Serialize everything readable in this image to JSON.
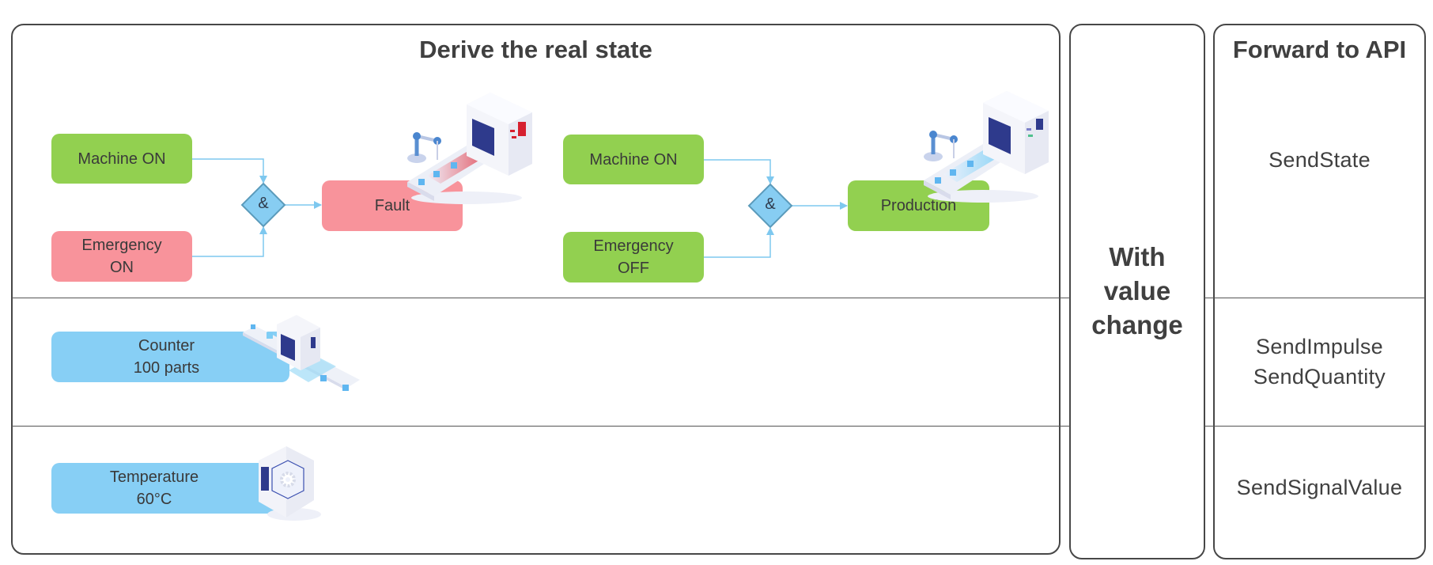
{
  "derive_panel": {
    "title": "Derive the real state",
    "state_groups": [
      {
        "inputs": [
          {
            "label": "Machine ON",
            "color": "#92d050"
          },
          {
            "label": "Emergency\nON",
            "color": "#f8939b"
          }
        ],
        "operator": "&",
        "result": {
          "label": "Fault",
          "color": "#f8939b"
        },
        "illustration": "machine-fault-icon"
      },
      {
        "inputs": [
          {
            "label": "Machine ON",
            "color": "#92d050"
          },
          {
            "label": "Emergency\nOFF",
            "color": "#92d050"
          }
        ],
        "operator": "&",
        "result": {
          "label": "Production",
          "color": "#92d050"
        },
        "illustration": "machine-production-icon"
      }
    ],
    "counter": {
      "label": "Counter\n100 parts",
      "color": "#87cff5",
      "illustration": "conveyor-machine-icon"
    },
    "temperature": {
      "label": "Temperature\n60°C",
      "color": "#87cff5",
      "illustration": "hex-cabinet-gear-icon"
    }
  },
  "trigger_panel": {
    "label": "With\nvalue\nchange"
  },
  "api_panel": {
    "title": "Forward to API",
    "rows": [
      {
        "label": "SendState"
      },
      {
        "label": "SendImpulse\nSendQuantity"
      },
      {
        "label": "SendSignalValue"
      }
    ]
  },
  "colors": {
    "connector": "#7ec8ef",
    "diamond_fill": "#87cdf2",
    "diamond_border": "#5b9bbb",
    "panel_border": "#474747"
  }
}
